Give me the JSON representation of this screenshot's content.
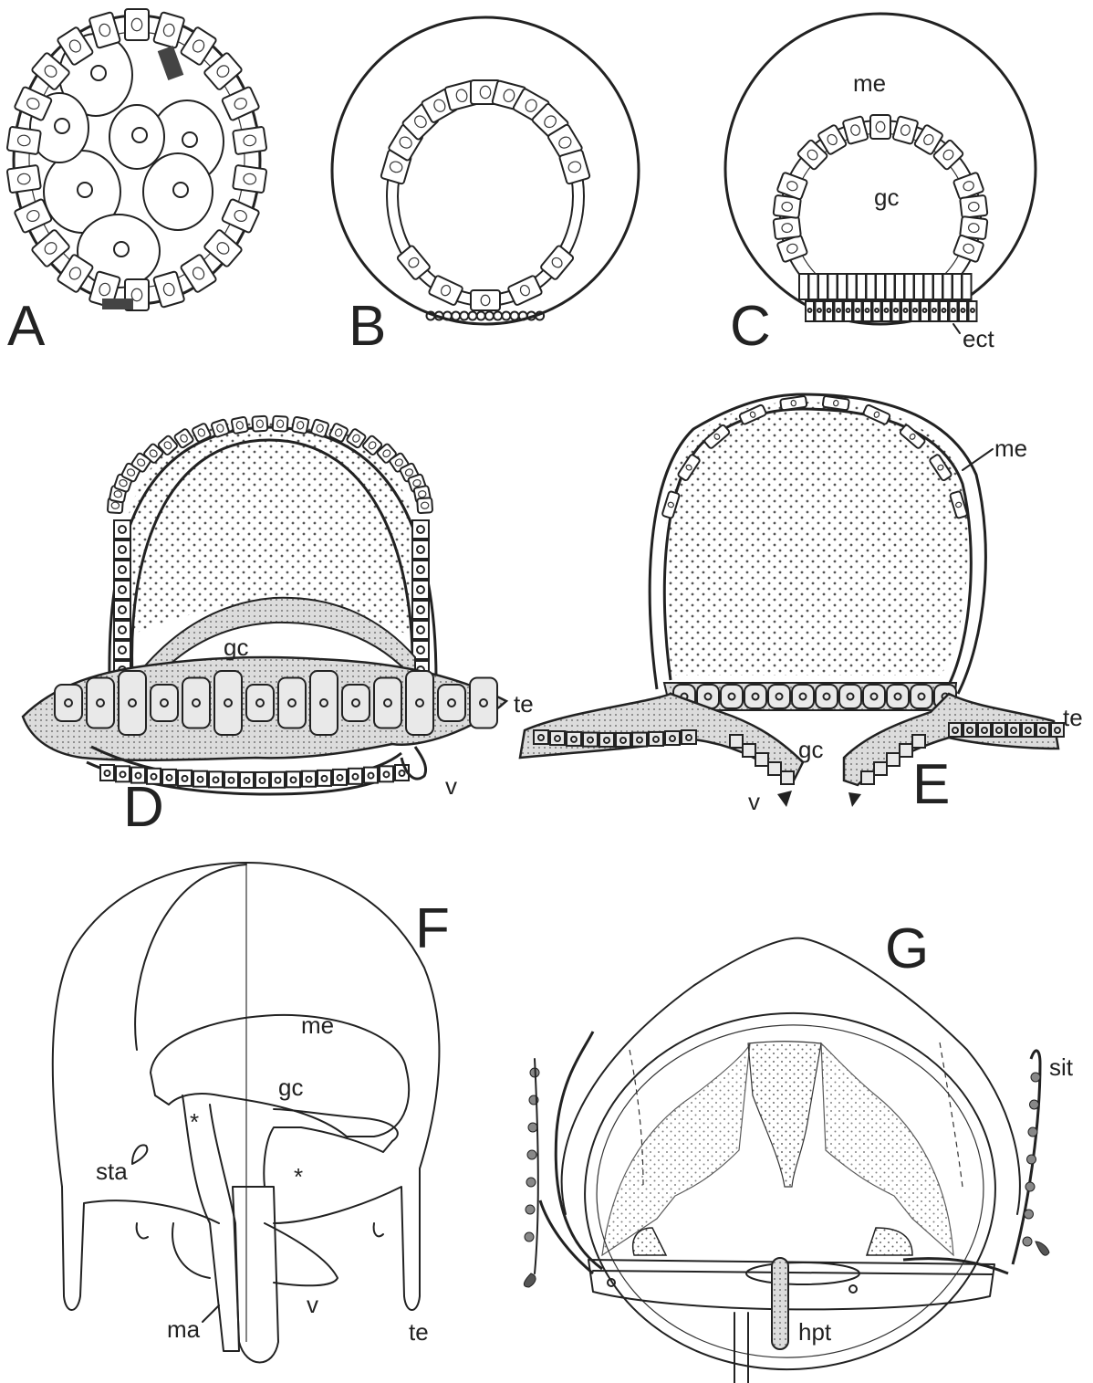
{
  "panels": {
    "A": {
      "letter": "A"
    },
    "B": {
      "letter": "B"
    },
    "C": {
      "letter": "C",
      "labels": {
        "me": "me",
        "gc": "gc",
        "ect": "ect"
      }
    },
    "D": {
      "letter": "D",
      "labels": {
        "gc": "gc",
        "te": "te",
        "v": "v"
      }
    },
    "E": {
      "letter": "E",
      "labels": {
        "me": "me",
        "gc": "gc",
        "te": "te",
        "v": "v"
      }
    },
    "F": {
      "letter": "F",
      "labels": {
        "me": "me",
        "gc": "gc",
        "sta": "sta",
        "ma": "ma",
        "v": "v",
        "te": "te",
        "asterisk": "*"
      }
    },
    "G": {
      "letter": "G",
      "labels": {
        "sit": "sit",
        "hpt": "hpt"
      }
    }
  },
  "colors": {
    "ink": "#222222",
    "background": "#ffffff",
    "stipple": "#555555"
  }
}
